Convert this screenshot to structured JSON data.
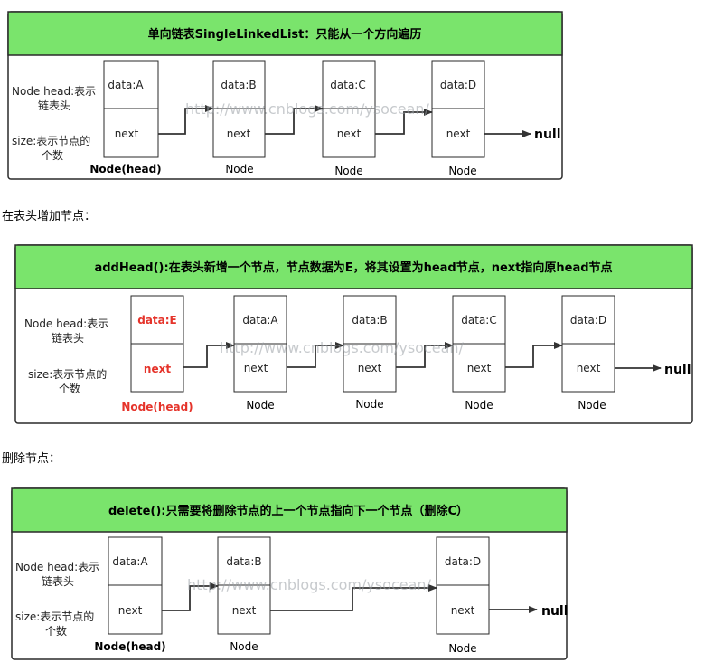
{
  "colors": {
    "green": "#7ae46c",
    "red": "#e5332a",
    "border": "#2a2a2a",
    "arrow": "#333333"
  },
  "watermark": "http://www.cnblogs.com/ysocean/",
  "side_labels": {
    "head_line1": "Node head:表示",
    "head_line2": "链表头",
    "size_line1": "size:表示节点的",
    "size_line2": "个数"
  },
  "null_label": "null",
  "next_label": "next",
  "sections": {
    "add_head": "在表头增加节点：",
    "delete": "删除节点："
  },
  "panel1": {
    "title": "单向链表SingleLinkedList：只能从一个方向遍历",
    "nodes": [
      {
        "data": "data:A",
        "label": "Node(head)"
      },
      {
        "data": "data:B",
        "label": "Node"
      },
      {
        "data": "data:C",
        "label": "Node"
      },
      {
        "data": "data:D",
        "label": "Node"
      }
    ]
  },
  "panel2": {
    "title": "addHead():在表头新增一个节点，节点数据为E，将其设置为head节点，next指向原head节点",
    "nodes": [
      {
        "data": "data:E",
        "label": "Node(head)"
      },
      {
        "data": "data:A",
        "label": "Node"
      },
      {
        "data": "data:B",
        "label": "Node"
      },
      {
        "data": "data:C",
        "label": "Node"
      },
      {
        "data": "data:D",
        "label": "Node"
      }
    ]
  },
  "panel3": {
    "title": "delete():只需要将删除节点的上一个节点指向下一个节点（删除C）",
    "nodes": [
      {
        "data": "data:A",
        "label": "Node(head)"
      },
      {
        "data": "data:B",
        "label": "Node"
      },
      {
        "data": "data:D",
        "label": "Node"
      }
    ]
  }
}
